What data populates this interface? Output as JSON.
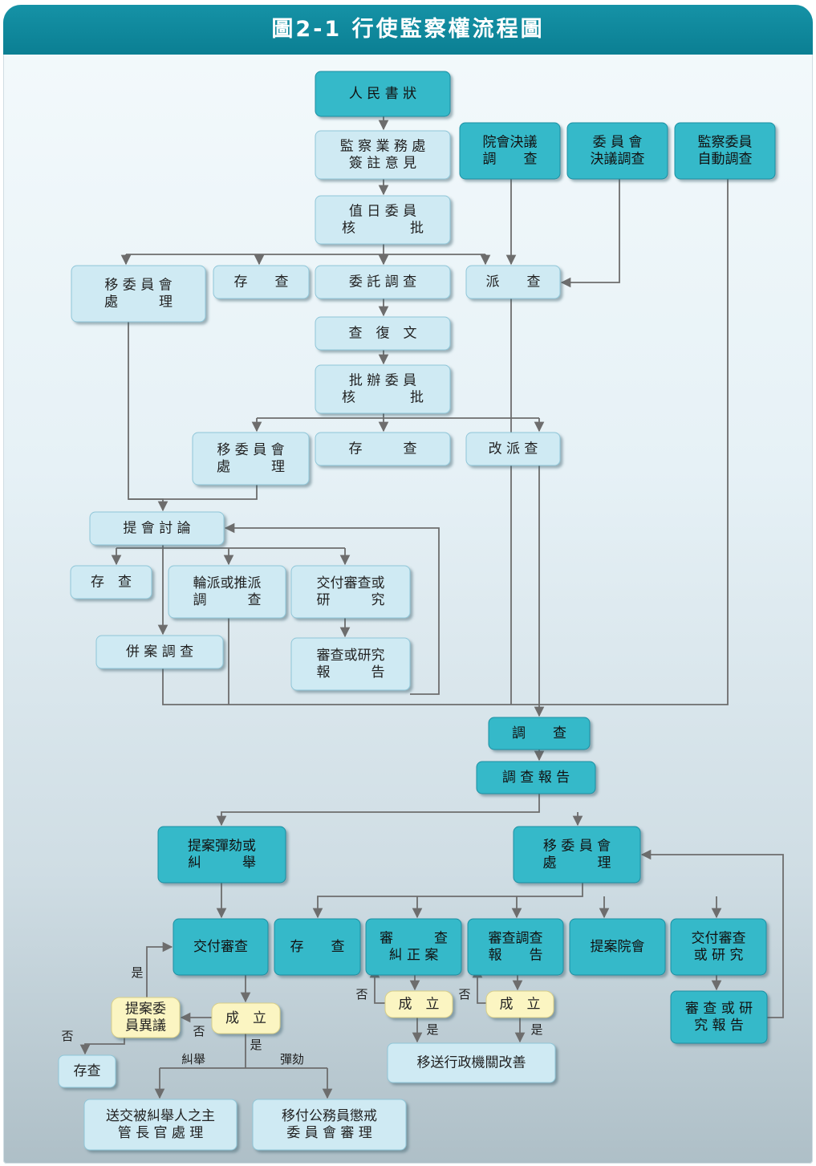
{
  "title": "圖2-1 行使監察權流程圖",
  "colors": {
    "teal": "#35b9c9",
    "tealStroke": "#1d8fa2",
    "light": "#cfeaf3",
    "lightStroke": "#8fc6d8",
    "yellow": "#fbf5c2",
    "yellowStroke": "#d8cf88",
    "line": "#6d6d6d"
  },
  "nodes": [
    {
      "id": "n1",
      "style": "teal",
      "lines": [
        "人 民 書 狀"
      ]
    },
    {
      "id": "n2",
      "style": "light",
      "lines": [
        "監 察 業 務 處",
        "簽 註 意 見"
      ]
    },
    {
      "id": "n3",
      "style": "light",
      "lines": [
        "值 日 委 員",
        "核　　　　批"
      ]
    },
    {
      "id": "n4",
      "style": "teal",
      "lines": [
        "院會決議",
        "調　　查"
      ]
    },
    {
      "id": "n5",
      "style": "teal",
      "lines": [
        "委 員 會",
        "決議調查"
      ]
    },
    {
      "id": "n6",
      "style": "teal",
      "lines": [
        "監察委員",
        "自動調查"
      ]
    },
    {
      "id": "n7",
      "style": "light",
      "lines": [
        "移 委 員 會",
        "處　　　理"
      ]
    },
    {
      "id": "n8",
      "style": "light",
      "lines": [
        "存　　查"
      ]
    },
    {
      "id": "n9",
      "style": "light",
      "lines": [
        "委 託 調 查"
      ]
    },
    {
      "id": "n10",
      "style": "light",
      "lines": [
        "派　　查"
      ]
    },
    {
      "id": "n11",
      "style": "light",
      "lines": [
        "查　復　文"
      ]
    },
    {
      "id": "n12",
      "style": "light",
      "lines": [
        "批 辦 委 員",
        "核　　　　批"
      ]
    },
    {
      "id": "n13",
      "style": "light",
      "lines": [
        "移 委 員 會",
        "處　　　理"
      ]
    },
    {
      "id": "n14",
      "style": "light",
      "lines": [
        "存　　　查"
      ]
    },
    {
      "id": "n15",
      "style": "light",
      "lines": [
        "改 派 查"
      ]
    },
    {
      "id": "n16",
      "style": "light",
      "lines": [
        "提 會 討 論"
      ]
    },
    {
      "id": "n17",
      "style": "light",
      "lines": [
        "存　查"
      ]
    },
    {
      "id": "n18",
      "style": "light",
      "lines": [
        "輪派或推派",
        "調　　　查"
      ]
    },
    {
      "id": "n19",
      "style": "light",
      "lines": [
        "交付審查或",
        "研　　　究"
      ]
    },
    {
      "id": "n20",
      "style": "light",
      "lines": [
        "併 案 調 查"
      ]
    },
    {
      "id": "n21",
      "style": "light",
      "lines": [
        "審查或研究",
        "報　　　告"
      ]
    },
    {
      "id": "n22",
      "style": "teal",
      "lines": [
        "調　　查"
      ]
    },
    {
      "id": "n23",
      "style": "teal",
      "lines": [
        "調 查 報 告"
      ]
    },
    {
      "id": "n24",
      "style": "teal",
      "lines": [
        "提案彈劾或",
        "糾　　　舉"
      ]
    },
    {
      "id": "n25",
      "style": "teal",
      "lines": [
        "移 委 員 會",
        "處　　　理"
      ]
    },
    {
      "id": "n26",
      "style": "teal",
      "lines": [
        "交付審查"
      ]
    },
    {
      "id": "n27",
      "style": "teal",
      "lines": [
        "存　　查"
      ]
    },
    {
      "id": "n28",
      "style": "teal",
      "lines": [
        "審　　　查",
        "糾 正 案"
      ]
    },
    {
      "id": "n29",
      "style": "teal",
      "lines": [
        "審查調查",
        "報　　告"
      ]
    },
    {
      "id": "n30",
      "style": "teal",
      "lines": [
        "提案院會"
      ]
    },
    {
      "id": "n31",
      "style": "teal",
      "lines": [
        "交付審查",
        "或 研 究"
      ]
    },
    {
      "id": "n32",
      "style": "teal",
      "lines": [
        "審 查 或 研",
        "究 報 告"
      ]
    },
    {
      "id": "n33",
      "style": "yellow",
      "lines": [
        "提案委",
        "員異議"
      ]
    },
    {
      "id": "n34",
      "style": "yellow",
      "lines": [
        "成　立"
      ]
    },
    {
      "id": "n35",
      "style": "yellow",
      "lines": [
        "成　立"
      ]
    },
    {
      "id": "n36",
      "style": "yellow",
      "lines": [
        "成　立"
      ]
    },
    {
      "id": "n37",
      "style": "light",
      "lines": [
        "存查"
      ]
    },
    {
      "id": "n38",
      "style": "light",
      "lines": [
        "移送行政機關改善"
      ]
    },
    {
      "id": "n39",
      "style": "light",
      "lines": [
        "送交被糾舉人之主",
        "管 長 官 處 理"
      ]
    },
    {
      "id": "n40",
      "style": "light",
      "lines": [
        "移付公務員懲戒",
        "委 員 會 審 理"
      ]
    }
  ],
  "edge_labels": {
    "yes": "是",
    "no": "否",
    "jiuju": "糾舉",
    "tanhe": "彈劾"
  }
}
